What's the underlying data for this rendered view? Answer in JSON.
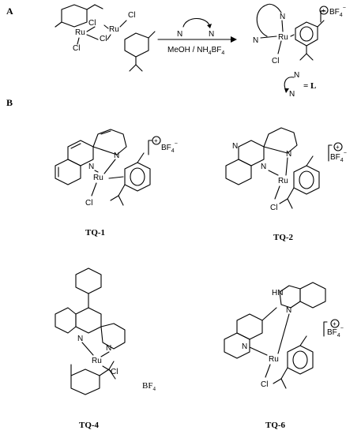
{
  "panels": {
    "a": "A",
    "b": "B"
  },
  "reaction": {
    "conditions": "MeOH / NH",
    "conditions_sub": "4",
    "conditions_tail": "BF",
    "conditions_tail_sub": "4",
    "ligand_eq": "= L"
  },
  "atoms": {
    "ru": "Ru",
    "cl": "Cl",
    "n": "N",
    "hn": "HN",
    "bf": "BF",
    "four": "4",
    "minus": "−",
    "plus": "+",
    "bf4_plain": "BF"
  },
  "compounds": [
    "TQ-1",
    "TQ-2",
    "TQ-4",
    "TQ-6"
  ]
}
